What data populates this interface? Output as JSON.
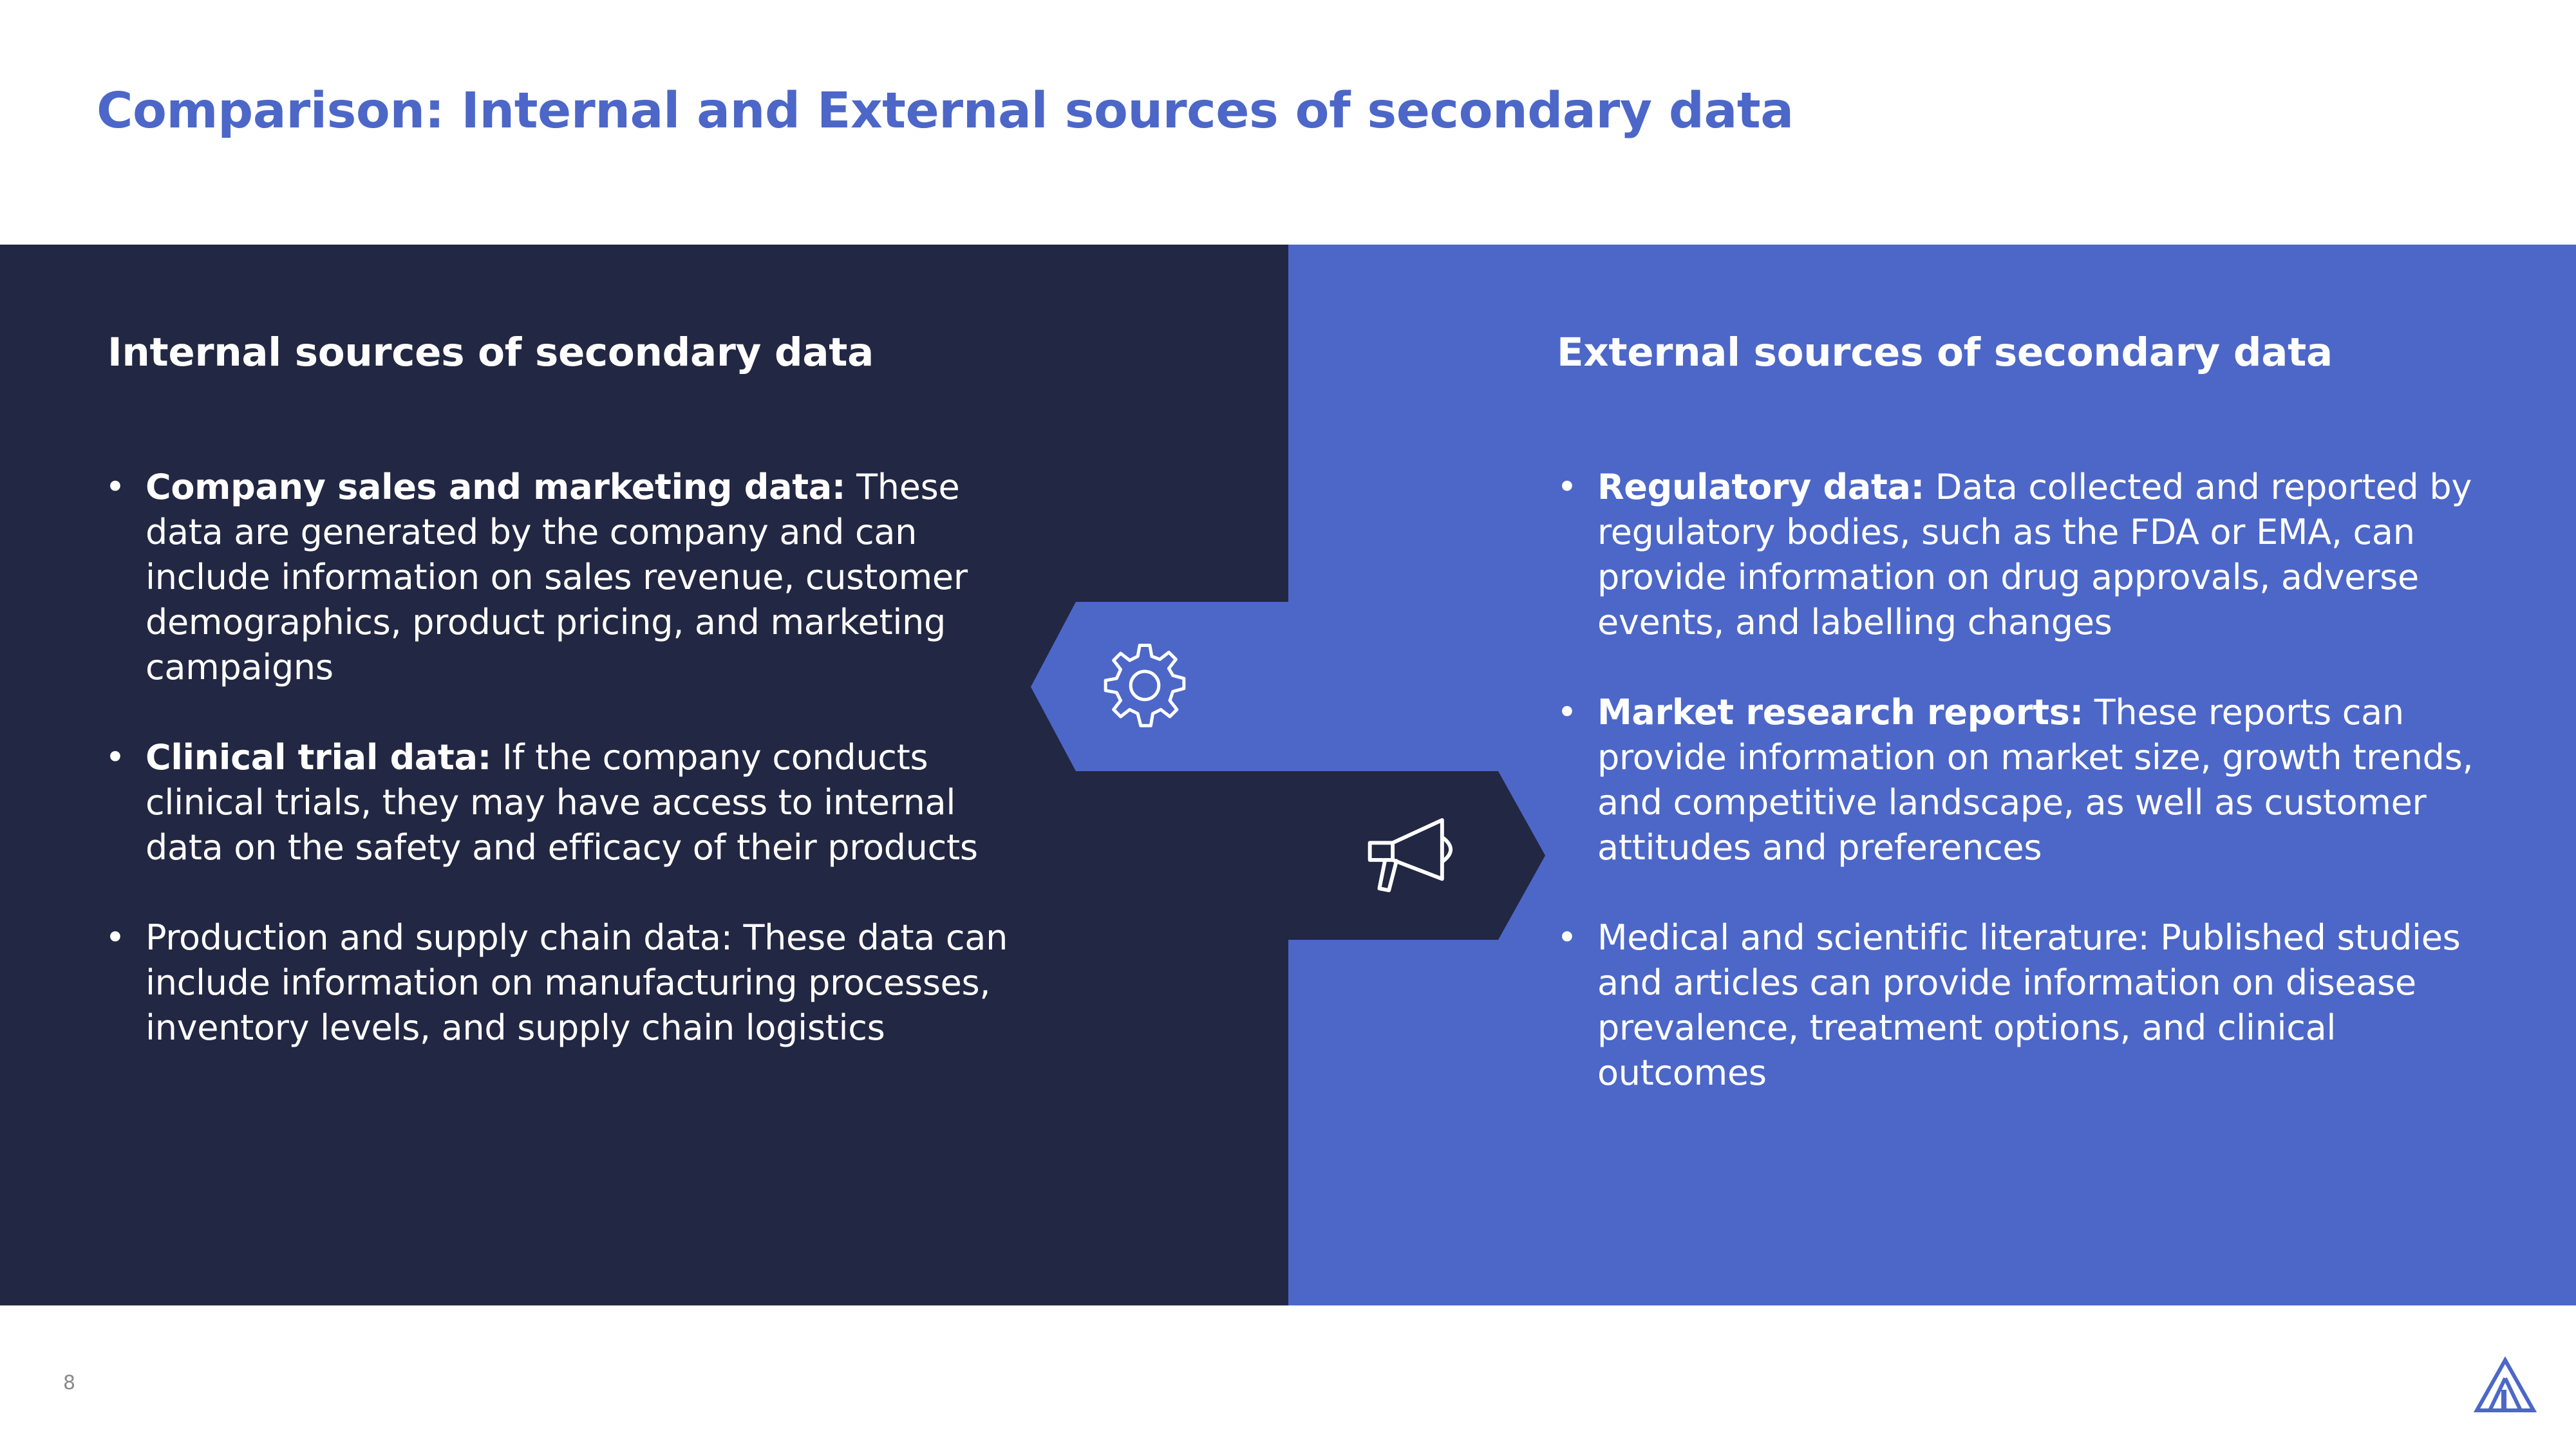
{
  "title": "Comparison: Internal and External sources of secondary data",
  "colors": {
    "accent_blue": "#4C67C8",
    "dark_navy": "#222743",
    "white": "#FFFFFF"
  },
  "left_panel": {
    "heading": "Internal sources of secondary data",
    "items": [
      {
        "bullet": "•",
        "bold": "Company sales and marketing data:",
        "text": " These data are generated by the company and can include information on sales revenue, customer demographics, product pricing, and marketing campaigns"
      },
      {
        "bullet": "•",
        "bold": "Clinical trial data:",
        "text": " If the company conducts clinical trials, they may have access to internal data on the safety and efficacy of their products"
      },
      {
        "bullet": "•",
        "bold": "",
        "text": "Production and supply chain data: These data can include information on manufacturing processes, inventory levels, and supply chain logistics"
      }
    ]
  },
  "right_panel": {
    "heading": "External sources of secondary data",
    "items": [
      {
        "bullet": "•",
        "bold": "Regulatory data:",
        "text": " Data collected and reported by regulatory bodies, such as the FDA or EMA, can provide information on drug approvals, adverse events, and labelling changes"
      },
      {
        "bullet": "•",
        "bold": "Market research reports:",
        "text": " These reports can provide information on market size, growth trends, and competitive landscape, as well as customer attitudes and preferences"
      },
      {
        "bullet": "•",
        "bold": "",
        "text": "Medical and scientific literature: Published studies and articles can provide information on disease prevalence, treatment options, and clinical outcomes"
      }
    ]
  },
  "icons": {
    "left_arrow": "gear-icon",
    "right_arrow": "megaphone-icon",
    "logo": "triangle-logo-icon"
  },
  "footer": {
    "page_number": "8"
  }
}
